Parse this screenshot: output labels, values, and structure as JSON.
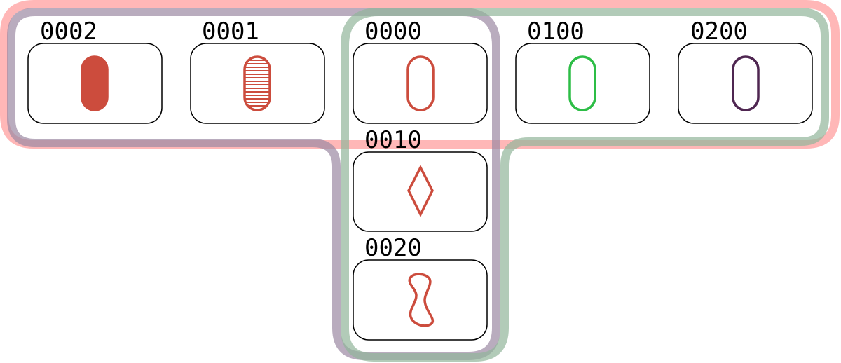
{
  "diagram": {
    "groups": [
      {
        "id": "row-group",
        "color": "#ff9999"
      },
      {
        "id": "left-column-group",
        "color": "#9b89a3"
      },
      {
        "id": "right-column-group",
        "color": "#92b59a"
      }
    ],
    "cards": [
      {
        "id": "card-0002",
        "label": "0002",
        "shape": "oval",
        "fill": "solid",
        "color": "#cc4c3d"
      },
      {
        "id": "card-0001",
        "label": "0001",
        "shape": "oval",
        "fill": "striped",
        "color": "#cc4c3d"
      },
      {
        "id": "card-0000",
        "label": "0000",
        "shape": "oval",
        "fill": "empty",
        "color": "#cc4c3d"
      },
      {
        "id": "card-0100",
        "label": "0100",
        "shape": "oval",
        "fill": "empty",
        "color": "#2dbd46"
      },
      {
        "id": "card-0200",
        "label": "0200",
        "shape": "oval",
        "fill": "empty",
        "color": "#4f2651"
      },
      {
        "id": "card-0010",
        "label": "0010",
        "shape": "diamond",
        "fill": "empty",
        "color": "#cc4c3d"
      },
      {
        "id": "card-0020",
        "label": "0020",
        "shape": "squiggle",
        "fill": "empty",
        "color": "#cc4c3d"
      }
    ]
  }
}
